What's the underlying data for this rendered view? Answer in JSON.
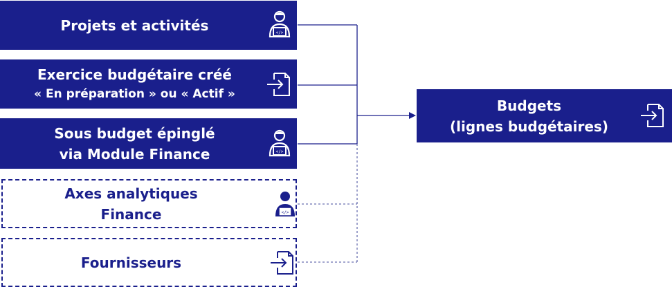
{
  "sources": [
    {
      "id": "projets",
      "lines": [
        "Projets et activités"
      ],
      "icon": "user-laptop-icon",
      "style": "solid"
    },
    {
      "id": "exercice",
      "lines": [
        "Exercice budgétaire créé",
        "« En préparation » ou « Actif »"
      ],
      "icon": "sign-in-icon",
      "style": "solid"
    },
    {
      "id": "sous-budget",
      "lines": [
        "Sous budget épinglé",
        "via Module Finance"
      ],
      "icon": "user-laptop-icon",
      "style": "solid"
    },
    {
      "id": "axes",
      "lines": [
        "Axes analytiques",
        "Finance"
      ],
      "icon": "user-laptop-icon",
      "style": "dashed"
    },
    {
      "id": "fournisseurs",
      "lines": [
        "Fournisseurs"
      ],
      "icon": "sign-in-icon",
      "style": "dashed"
    }
  ],
  "target": {
    "lines": [
      "Budgets",
      "(lignes budgétaires)"
    ],
    "icon": "sign-in-icon"
  },
  "colors": {
    "primary": "#1a1f8c",
    "line": "#1a1f8c",
    "dashed_line": "#6a6fb0"
  }
}
